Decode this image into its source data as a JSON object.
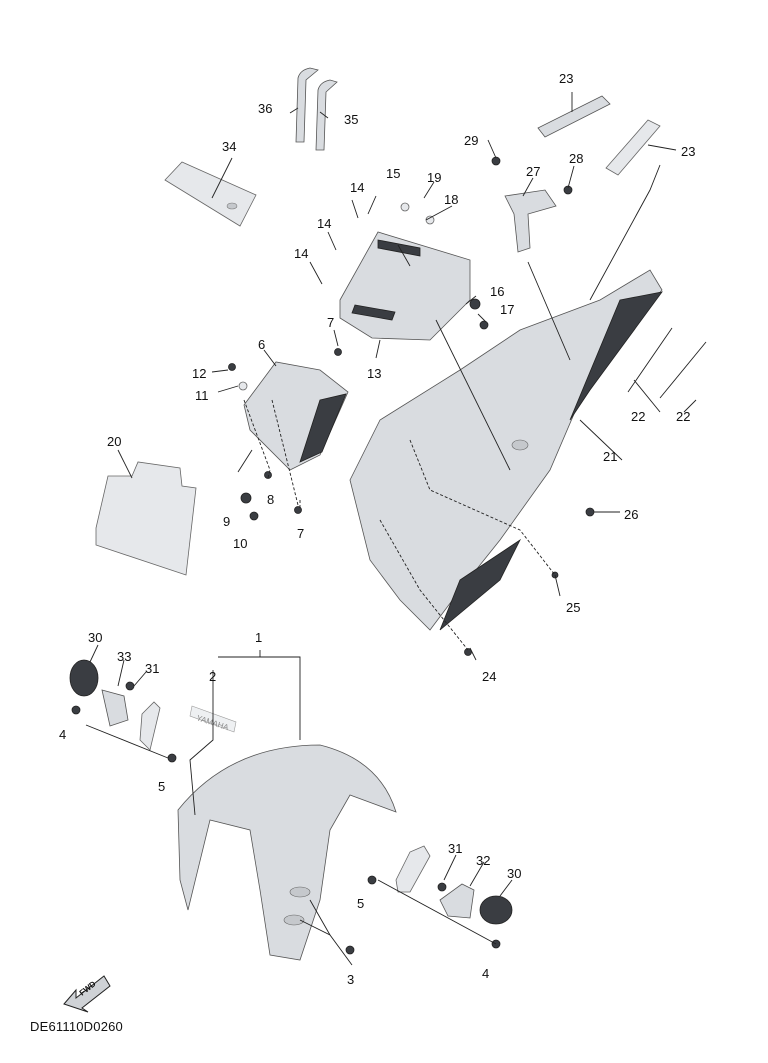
{
  "diagram_code": "DE61110D0260",
  "fwd_label": "FWD",
  "decal_text": "YAMAHA",
  "callouts": [
    "1",
    "2",
    "3",
    "4",
    "4",
    "5",
    "5",
    "6",
    "7",
    "7",
    "8",
    "9",
    "10",
    "11",
    "12",
    "13",
    "14",
    "14",
    "14",
    "15",
    "16",
    "17",
    "18",
    "19",
    "20",
    "21",
    "22",
    "22",
    "23",
    "23",
    "24",
    "25",
    "26",
    "27",
    "28",
    "29",
    "30",
    "30",
    "31",
    "31",
    "32",
    "33",
    "34",
    "35",
    "36"
  ]
}
